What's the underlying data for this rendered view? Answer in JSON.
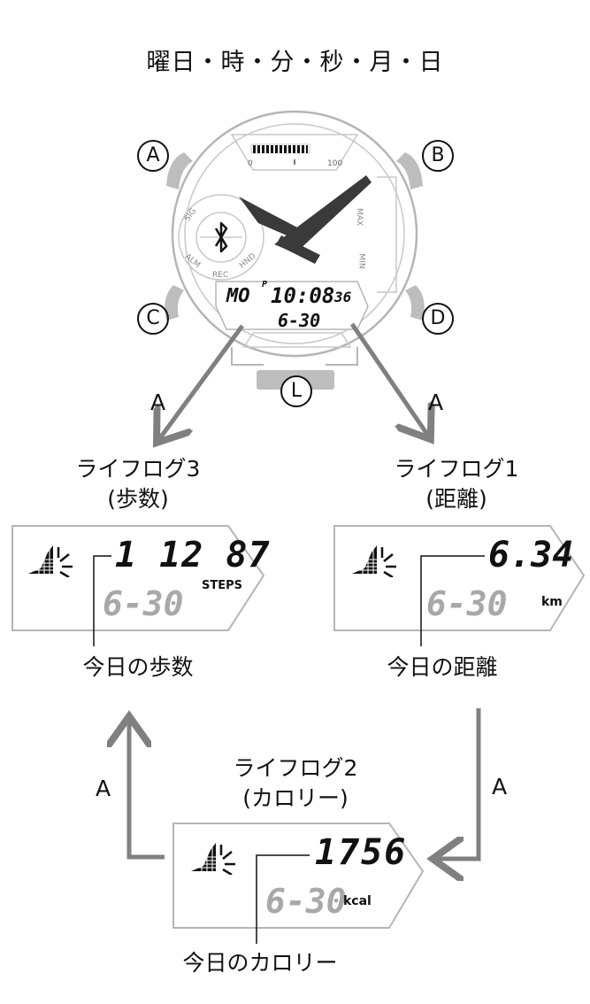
{
  "title": "曜日・時・分・秒・月・日",
  "watch": {
    "buttons": {
      "a": "A",
      "b": "B",
      "c": "C",
      "d": "D",
      "l": "L"
    },
    "gauge": {
      "min": "0",
      "max": "100"
    },
    "ring": {
      "sig": "SIG",
      "alm": "ALM",
      "rec": "REC",
      "hnd": "HND"
    },
    "side": {
      "max": "MAX",
      "min": "MIN"
    },
    "display": {
      "day": "MO",
      "pm": "P",
      "time": "10:08",
      "seconds": "36",
      "date": "6-30"
    }
  },
  "arrows": {
    "left": "A",
    "right": "A",
    "bottom_right": "A",
    "bottom_left": "A"
  },
  "lifelog3": {
    "title": "ライフログ3",
    "subtitle": "(歩数)",
    "value": "1 12 87",
    "unit": "STEPS",
    "date": "6-30",
    "caption": "今日の歩数"
  },
  "lifelog1": {
    "title": "ライフログ1",
    "subtitle": "(距離)",
    "value": "6.34",
    "unit": "km",
    "date": "6-30",
    "caption": "今日の距離"
  },
  "lifelog2": {
    "title": "ライフログ2",
    "subtitle": "(カロリー)",
    "value": "1756",
    "unit": "kcal",
    "date": "6-30",
    "caption": "今日のカロリー"
  },
  "colors": {
    "outline": "#b5b5b5",
    "arrow": "#808080",
    "hand": "#3a3a3a",
    "dim": "#a8a8a8"
  }
}
